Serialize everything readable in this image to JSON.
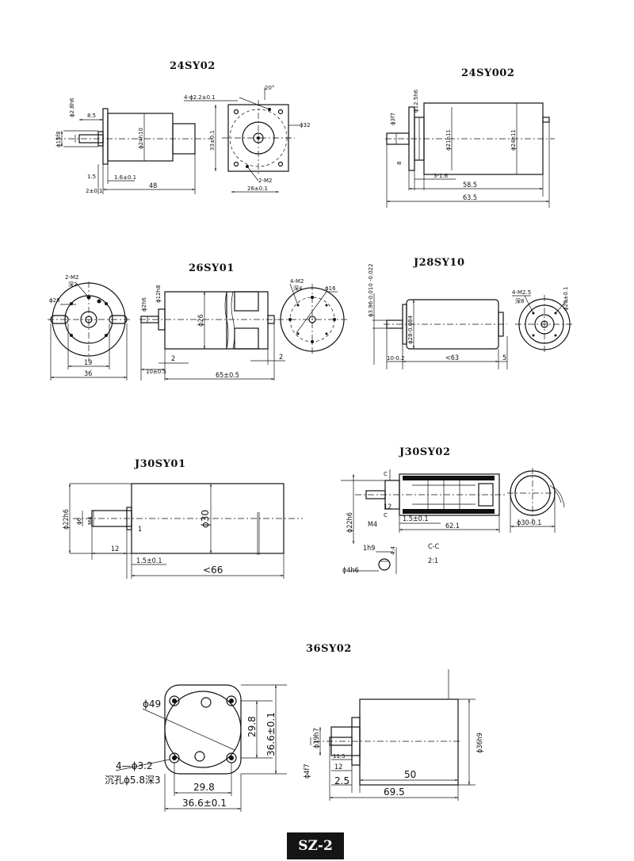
{
  "titles": {
    "m1": "24SY02",
    "m2": "24SY002",
    "m3": "26SY01",
    "m4": "J28SY10",
    "m5": "J30SY01",
    "m6": "J30SY02",
    "m7": "36SY02"
  },
  "m1": {
    "d_flange": "ϕ15f8",
    "d_shaft": "ϕ2.8h6",
    "len_85": "8.5",
    "d_body": "ϕ24h10",
    "len_15": "1.5",
    "len_16": "1.6±0.1",
    "len_2": "2±0.1",
    "len_48": "48",
    "holes": "4-ϕ2.2±0.1",
    "angle": "20°",
    "d_32": "ϕ32",
    "h_33": "33±0.1",
    "m2": "2-M2",
    "w_26": "26±0.1"
  },
  "m2": {
    "d_shaft": "ϕ3f7",
    "d_hub": "ϕ12.5h6",
    "d_body": "ϕ21h11",
    "d_body2": "ϕ24h11",
    "len_8": "8",
    "len_3": "3-1.6",
    "len_585": "58.5",
    "len_635": "63.5"
  },
  "m3": {
    "m2": "2-M2",
    "deep": "深2",
    "d_28": "ϕ28",
    "w_19": "19",
    "w_36": "36",
    "d_shaft": "ϕ2h6",
    "d_hub": "ϕ12h8",
    "d_body": "ϕ26",
    "len_2a": "2",
    "len_10": "10±0.5",
    "len_65": "65±0.5",
    "len_2b": "2",
    "m4": "4-M2",
    "deep4": "深4",
    "d_16": "ϕ16"
  },
  "m4": {
    "d_shaft": "ϕ3.96-0.010 -0.022",
    "d_body": "ϕ28-0.084",
    "len_10": "10-0.2",
    "len_63": "<63",
    "len_5": "5",
    "m25": "4-M2.5",
    "deep": "深8",
    "d_20": "ϕ20±0.1"
  },
  "m5": {
    "d_22": "ϕ22h6",
    "d_6": "ϕ6",
    "m4": "M4",
    "one": "1",
    "d_30": "ϕ30",
    "len_12": "12",
    "len_15": "1.5±0.1",
    "len_66": "<66"
  },
  "m6": {
    "c1": "C",
    "c2": "C",
    "len_12": "12",
    "m4": "M4",
    "d_22": "ϕ22h6",
    "len_15": "1.5±0.1",
    "len_621": "62.1",
    "d_30": "ϕ30-0.1",
    "h9": "1h9",
    "len_44": "4.4",
    "section": "C-C",
    "scale": "2:1",
    "d_4": "ϕ4h6"
  },
  "m7": {
    "d_49": "ϕ49",
    "len_298": "29.8",
    "len_366": "36.6±0.1",
    "holes": "4—ϕ3.2",
    "counter": "沉孔ϕ5.8深3",
    "w_298": "29.8",
    "w_366": "36.6±0.1",
    "d_19": "ϕ19h7",
    "d_4": "ϕ4f7",
    "len_115": "11.5",
    "len_12": "12",
    "len_25": "2.5",
    "len_50": "50",
    "len_695": "69.5",
    "d_36": "ϕ36h9"
  },
  "page_label": "SZ-2"
}
